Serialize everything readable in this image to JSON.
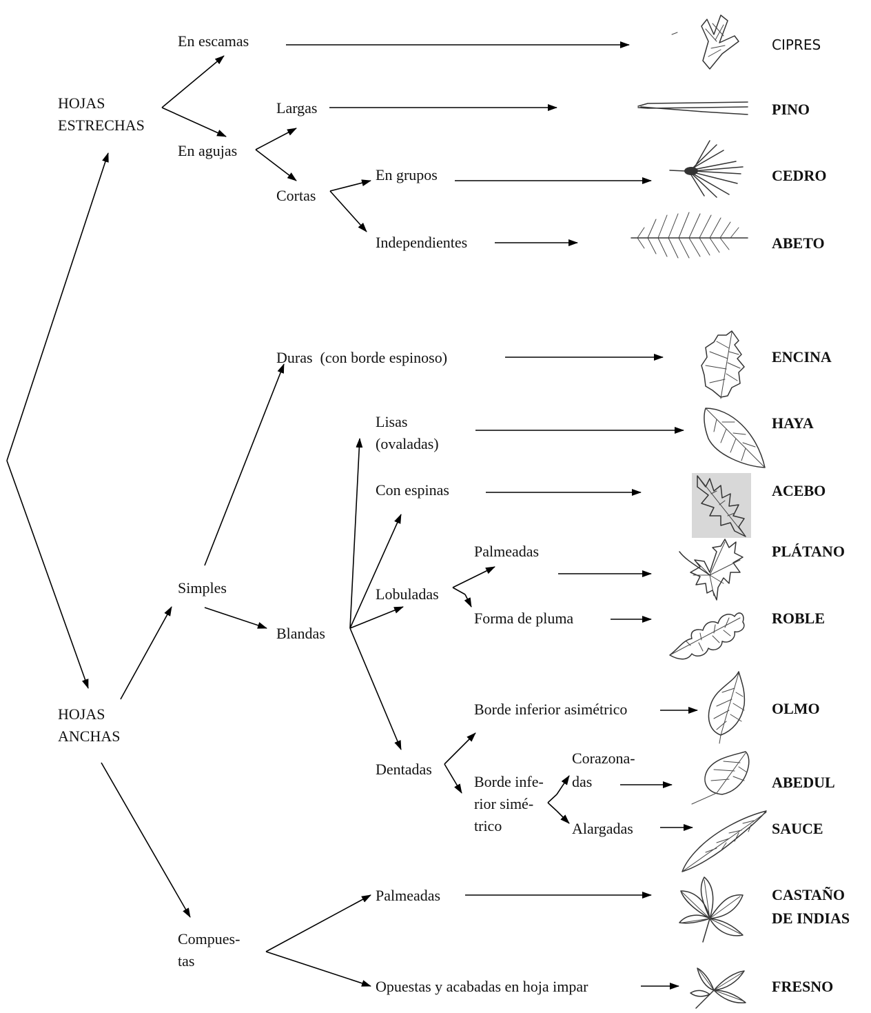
{
  "labels": {
    "hojas_estrechas_1": "HOJAS",
    "hojas_estrechas_2": "ESTRECHAS",
    "hojas_anchas_1": "HOJAS",
    "hojas_anchas_2": "ANCHAS",
    "en_escamas": "En escamas",
    "en_agujas": "En agujas",
    "largas": "Largas",
    "cortas": "Cortas",
    "en_grupos": "En grupos",
    "independientes": "Independientes",
    "simples": "Simples",
    "duras": "Duras  (con borde espinoso)",
    "blandas": "Blandas",
    "lisas_1": "Lisas",
    "lisas_2": "(ovaladas)",
    "con_espinas": "Con espinas",
    "lobuladas": "Lobuladas",
    "palmeadas_lob": "Palmeadas",
    "forma_pluma": "Forma de pluma",
    "dentadas": "Dentadas",
    "borde_asim": "Borde inferior asimétrico",
    "borde_sim_1": "Borde infe-",
    "borde_sim_2": "rior simé-",
    "borde_sim_3": "trico",
    "corazonadas_1": "Corazona-",
    "corazonadas_2": "das",
    "alargadas": "Alargadas",
    "compuestas_1": "Compues-",
    "compuestas_2": "tas",
    "palmeadas_comp": "Palmeadas",
    "opuestas": "Opuestas y acabadas en hoja impar"
  },
  "trees": {
    "cipres": "CIPRES",
    "pino": "PINO",
    "cedro": "CEDRO",
    "abeto": "ABETO",
    "encina": "ENCINA",
    "haya": "HAYA",
    "acebo": "ACEBO",
    "platano": "PLÁTANO",
    "roble": "ROBLE",
    "olmo": "OLMO",
    "abedul": "ABEDUL",
    "sauce": "SAUCE",
    "castano_1": "CASTAÑO",
    "castano_2": "DE INDIAS",
    "fresno": "FRESNO"
  },
  "leaf_icons": [
    "cypress-scale-leaf-icon",
    "pine-needle-icon",
    "cedar-needle-cluster-icon",
    "fir-branch-icon",
    "holm-oak-leaf-icon",
    "beech-leaf-icon",
    "holly-leaf-icon",
    "plane-leaf-icon",
    "oak-leaf-icon",
    "elm-leaf-icon",
    "birch-leaf-icon",
    "willow-leaf-icon",
    "horse-chestnut-leaf-icon",
    "ash-leaf-icon"
  ]
}
